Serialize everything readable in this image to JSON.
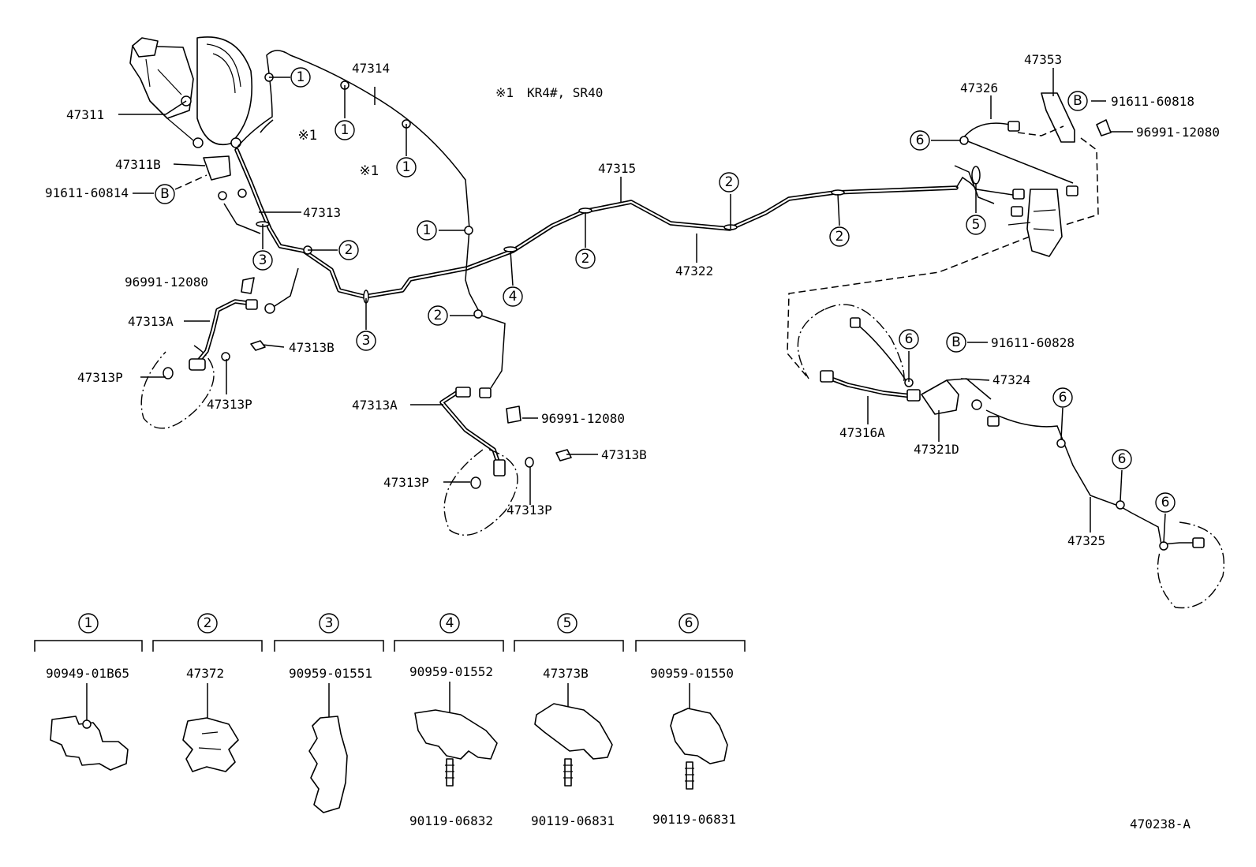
{
  "note": {
    "mark": "※1",
    "text": "KR4#, SR40"
  },
  "parts": {
    "p47314": "47314",
    "p47311": "47311",
    "p47311B": "47311B",
    "p91611_60814": "91611-60814",
    "p47313": "47313",
    "p96991_12080_a": "96991-12080",
    "p47313A_a": "47313A",
    "p47313B_a": "47313B",
    "p47313P_a1": "47313P",
    "p47313P_a2": "47313P",
    "p47313A_b": "47313A",
    "p96991_12080_b": "96991-12080",
    "p47313B_b": "47313B",
    "p47313P_b1": "47313P",
    "p47313P_b2": "47313P",
    "p47315": "47315",
    "p47322": "47322",
    "p47326": "47326",
    "p47353": "47353",
    "p91611_60818": "91611-60818",
    "p96991_12080_c": "96991-12080",
    "p91611_60828": "91611-60828",
    "p47324": "47324",
    "p47316A": "47316A",
    "p47321D": "47321D",
    "p47325": "47325"
  },
  "callouts": {
    "c1": "1",
    "c2": "2",
    "c3": "3",
    "c4": "4",
    "c5": "5",
    "c6": "6",
    "cB": "B",
    "mark": "※1"
  },
  "clamps": [
    {
      "ref": "1",
      "part": "90949-01B65",
      "bolt": ""
    },
    {
      "ref": "2",
      "part": "47372",
      "bolt": ""
    },
    {
      "ref": "3",
      "part": "90959-01551",
      "bolt": ""
    },
    {
      "ref": "4",
      "part": "90959-01552",
      "bolt": "90119-06832"
    },
    {
      "ref": "5",
      "part": "47373B",
      "bolt": "90119-06831"
    },
    {
      "ref": "6",
      "part": "90959-01550",
      "bolt": "90119-06831"
    }
  ],
  "figure_id": "470238-A"
}
